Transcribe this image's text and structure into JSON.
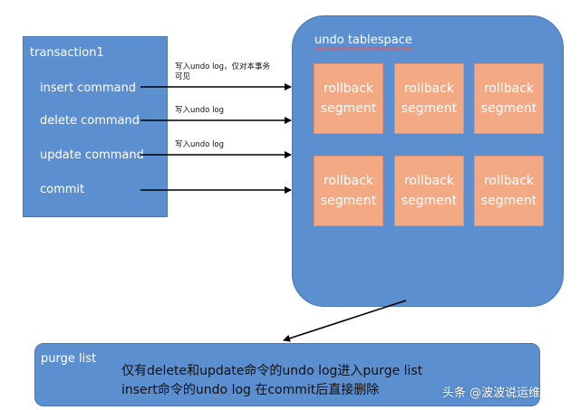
{
  "transaction": {
    "title": "transaction1",
    "commands": [
      "insert command",
      "delete command",
      "update command",
      "commit"
    ]
  },
  "annotations": {
    "insert": "写入undo log，仅对本事务\n可见",
    "delete": "写入undo log",
    "update": "写入undo log"
  },
  "tablespace": {
    "title": "undo tablespace",
    "segments": [
      "rollback\nsegment",
      "rollback\nsegment",
      "rollback\nsegment",
      "rollback\nsegment",
      "rollback\nsegment",
      "rollback\nsegment"
    ]
  },
  "purge": {
    "title": "purge list",
    "line1": "仅有delete和update命令的undo log进入purge list",
    "line2": "insert命令的undo log 在commit后直接删除"
  },
  "watermark": "头条 @波波说运维",
  "colors": {
    "box_blue": "#5b8fd0",
    "segment_orange": "#f4a985"
  }
}
